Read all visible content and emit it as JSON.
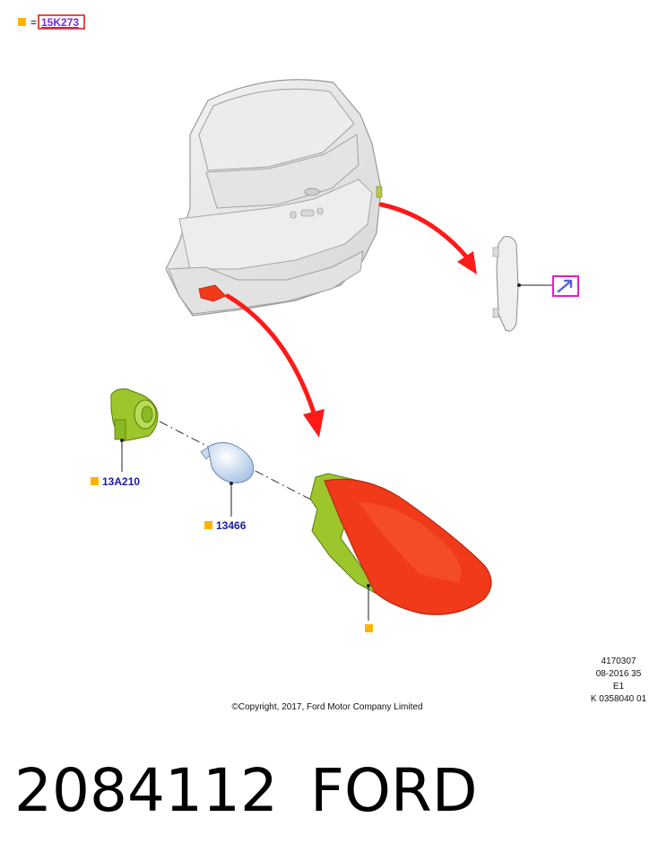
{
  "legend": {
    "equals": "=",
    "code": "15K273"
  },
  "parts": [
    {
      "id": "bulb-socket",
      "label": "13A210"
    },
    {
      "id": "bulb",
      "label": "13466"
    },
    {
      "id": "lamp-assembly",
      "label": ""
    }
  ],
  "meta": {
    "line1": "4170307",
    "line2": "08-2016 35",
    "line3": "E1",
    "line4": "K 0358040 01"
  },
  "copyright": "©Copyright, 2017, Ford Motor Company Limited",
  "footer": {
    "part_number": "2084112",
    "brand": "FORD"
  },
  "colors": {
    "callout_square": "#ffb300",
    "lamp_red": "#f03a1a",
    "socket_green": "#9cc62c",
    "arrow_red": "#ff1a1a",
    "code_box": "#e01010",
    "link_box": "#e020c0"
  }
}
